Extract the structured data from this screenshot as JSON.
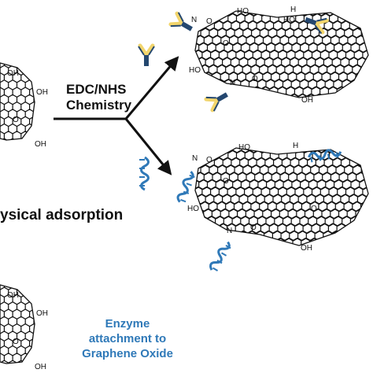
{
  "labels": {
    "method_line1": "EDC/NHS",
    "method_line2": "Chemistry",
    "physical": "ysical adsorption",
    "caption_line1": "Enzyme",
    "caption_line2": "attachment to",
    "caption_line3": "Graphene Oxide"
  },
  "chem_groups": {
    "hydroxyl": "HO",
    "hydroxyl_right": "OH",
    "amide_nh": "H",
    "amide_n": "N",
    "oxygen": "O",
    "epoxide": "O",
    "carboxyl_acid": "OH"
  },
  "colors": {
    "enzyme_blue": "#2f79b8",
    "antibody_dark": "#24476f",
    "antibody_light": "#f2d56c",
    "bond_line": "#111111"
  }
}
